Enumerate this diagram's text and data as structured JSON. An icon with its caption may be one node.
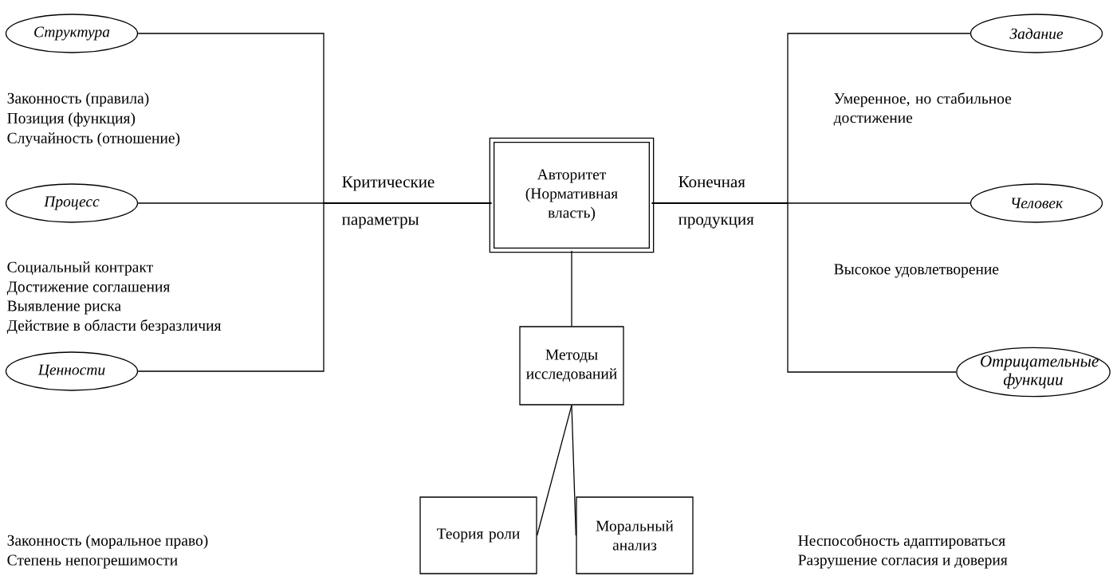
{
  "diagram": {
    "nodes": [
      {
        "text": [
          "Структура"
        ]
      },
      {
        "text": [
          "Процесс"
        ]
      },
      {
        "text": [
          "Ценности"
        ]
      },
      {
        "text": [
          "Авторитет (Нормативная власть)"
        ]
      },
      {
        "text": [
          "Задание"
        ]
      },
      {
        "text": [
          "Человек"
        ]
      },
      {
        "text": [
          "Отрицательные функции"
        ]
      },
      {
        "text": [
          "Методы исследований"
        ]
      },
      {
        "text": [
          "Теория роли"
        ]
      },
      {
        "text": [
          "Моральный анализ"
        ]
      }
    ],
    "edges": [
      {
        "from": 0,
        "to": 3,
        "arrow": "none"
      },
      {
        "from": 1,
        "to": 3,
        "arrow": "none",
        "label": "Критические параметры"
      },
      {
        "from": 2,
        "to": 3,
        "arrow": "none"
      },
      {
        "from": 3,
        "to": 4,
        "arrow": "none"
      },
      {
        "from": 3,
        "to": 5,
        "arrow": "none",
        "label": "Конечная продукция"
      },
      {
        "from": 3,
        "to": 6,
        "arrow": "none"
      },
      {
        "from": 3,
        "to": 7,
        "arrow": "none"
      },
      {
        "from": 7,
        "to": 8,
        "arrow": "none"
      },
      {
        "from": 7,
        "to": 9,
        "arrow": "none"
      }
    ],
    "labels": [
      "Законность (правила)",
      "Позиция (функция)",
      "Случайность (отношение)",
      "Умеренное, но стабильное достижение",
      "Высокое удовлетворение",
      "Социальный контракт",
      "Достижение соглашения",
      "Выявление риска",
      "Действие в области безразличия",
      "Законность (моральное право)",
      "Неспособность адаптироваться",
      "Степень непогрешимости",
      "Разрушение согласия и доверия"
    ]
  }
}
